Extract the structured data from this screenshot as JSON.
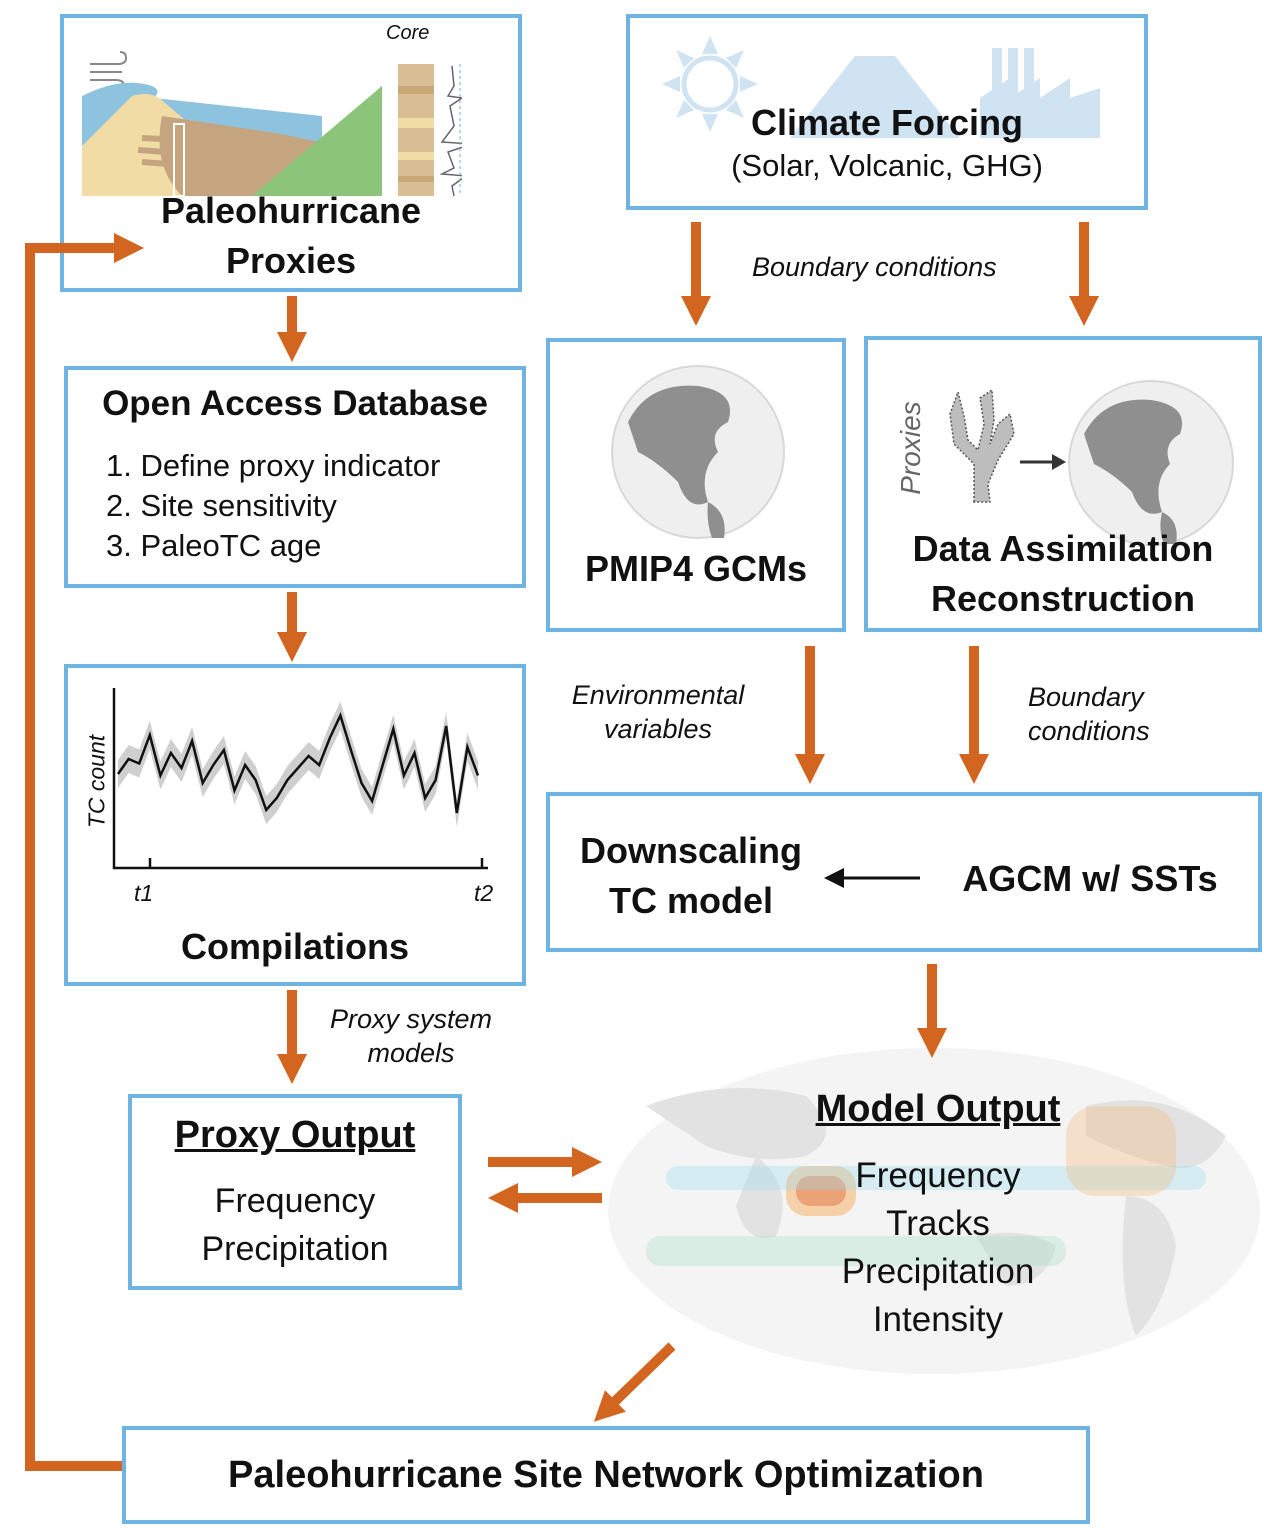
{
  "colors": {
    "box_border": "#6fb3e3",
    "arrow": "#d2651f",
    "black_arrow": "#111111"
  },
  "proxies_box": {
    "core_label": "Core",
    "title_line1": "Paleohurricane",
    "title_line2": "Proxies"
  },
  "forcing_box": {
    "title": "Climate Forcing",
    "subtitle": "(Solar, Volcanic, GHG)"
  },
  "database_box": {
    "title": "Open Access Database",
    "items": [
      "1. Define proxy indicator",
      "2. Site sensitivity",
      "3. PaleoTC age"
    ]
  },
  "gcm_box": {
    "title": "PMIP4 GCMs"
  },
  "assimilation_box": {
    "side_label": "Proxies",
    "title_line1": "Data Assimilation",
    "title_line2": "Reconstruction"
  },
  "compilations_box": {
    "ylabel": "TC count",
    "tick_t1": "t1",
    "tick_t2": "t2",
    "title": "Compilations",
    "series": [
      0.56,
      0.66,
      0.63,
      0.82,
      0.55,
      0.7,
      0.6,
      0.78,
      0.5,
      0.62,
      0.72,
      0.45,
      0.62,
      0.52,
      0.32,
      0.4,
      0.52,
      0.6,
      0.68,
      0.62,
      0.8,
      0.95,
      0.72,
      0.5,
      0.38,
      0.62,
      0.86,
      0.55,
      0.7,
      0.4,
      0.52,
      0.88,
      0.3,
      0.74,
      0.55
    ]
  },
  "downscaling_box": {
    "left_line1": "Downscaling",
    "left_line2": "TC model",
    "right": "AGCM w/ SSTs"
  },
  "proxy_output_box": {
    "title": "Proxy Output",
    "items": [
      "Frequency",
      "Precipitation"
    ]
  },
  "model_output": {
    "title": "Model Output",
    "items": [
      "Frequency",
      "Tracks",
      "Precipitation",
      "Intensity"
    ]
  },
  "network_box": {
    "title": "Paleohurricane Site Network Optimization"
  },
  "labels": {
    "boundary_top": "Boundary conditions",
    "environmental_line1": "Environmental",
    "environmental_line2": "variables",
    "boundary_right_line1": "Boundary",
    "boundary_right_line2": "conditions",
    "psm_line1": "Proxy system",
    "psm_line2": "models"
  }
}
